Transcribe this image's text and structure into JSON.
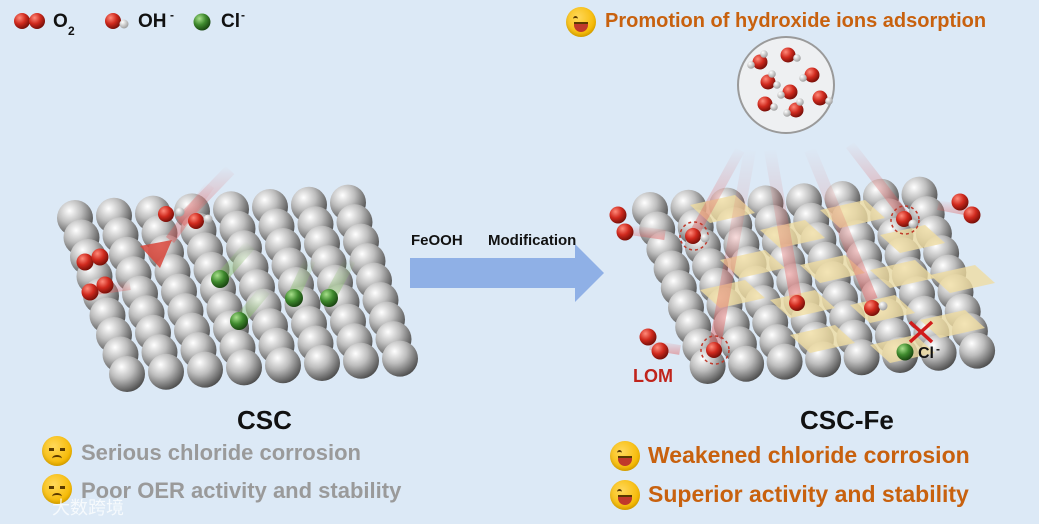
{
  "legend": {
    "o2_main": "O",
    "o2_sub": "2",
    "oh_main": "OH",
    "oh_sup": "-",
    "cl_main": "Cl",
    "cl_sup": "-"
  },
  "top_right": {
    "text": "Promotion of hydroxide ions adsorption"
  },
  "arrow": {
    "label_left": "FeOOH",
    "label_right": "Modification"
  },
  "left_panel": {
    "title": "CSC",
    "points": [
      "Serious chloride corrosion",
      "Poor OER activity and stability"
    ]
  },
  "right_panel": {
    "title": "CSC-Fe",
    "lom": "LOM",
    "cl_main": "Cl",
    "cl_sup": "-",
    "points": [
      "Weakened chloride corrosion",
      "Superior activity and stability"
    ]
  },
  "watermark": "大数跨境",
  "colors": {
    "background": "#dce9f6",
    "orange_text": "#c8610e",
    "gray_text": "#9a9a9a",
    "oxygen": "#c0241c",
    "chloride": "#3f8a2e",
    "arrow": "#8fb0e6",
    "feooh_plate": "#f0dca0",
    "cross": "#d11b1b"
  },
  "icons": [
    "happy-face-icon",
    "sad-face-icon"
  ]
}
